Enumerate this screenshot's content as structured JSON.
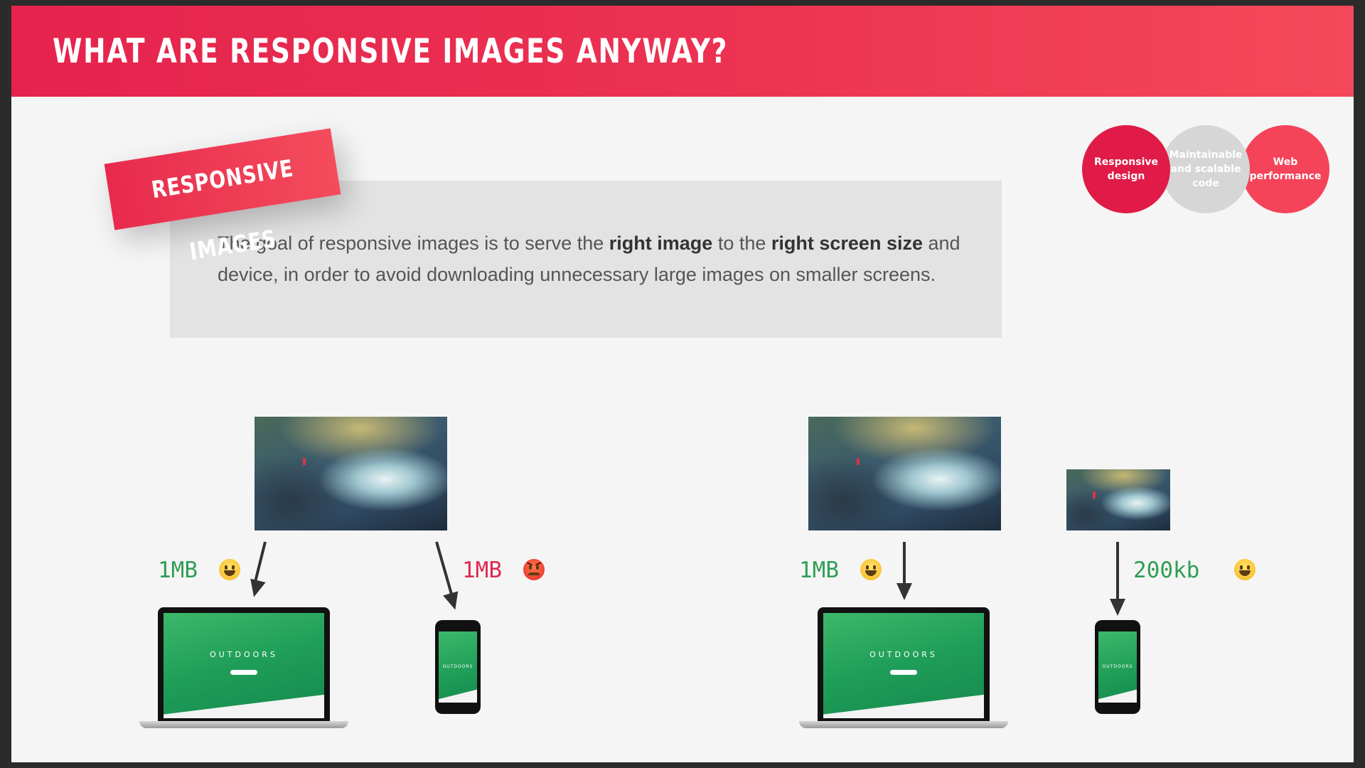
{
  "header": {
    "title": "WHAT ARE RESPONSIVE IMAGES ANYWAY?"
  },
  "tag": {
    "label": "RESPONSIVE IMAGES"
  },
  "definition": {
    "part1": "The goal of responsive images is to serve the ",
    "bold1": "right image",
    "part2": " to the ",
    "bold2": "right screen size",
    "part3": " and device, in order to avoid downloading unnecessary large images on smaller screens."
  },
  "topics": [
    {
      "label": "Responsive design",
      "color": "#e01b47"
    },
    {
      "label": "Maintainable and scalable code",
      "color": "#d6d6d6"
    },
    {
      "label": "Web performance",
      "color": "#f5445a"
    }
  ],
  "scenarios": {
    "left": {
      "laptop_size": "1MB",
      "laptop_emoji": "happy-face",
      "phone_size": "1MB",
      "phone_emoji": "angry-face"
    },
    "right": {
      "laptop_size": "1MB",
      "laptop_emoji": "happy-face",
      "phone_size": "200kb",
      "phone_emoji": "happy-face"
    }
  },
  "device_screen": {
    "brand": "OUTDOORS"
  },
  "colors": {
    "accent": "#e5234d",
    "good": "#2f9e56",
    "bad": "#e0284e"
  }
}
